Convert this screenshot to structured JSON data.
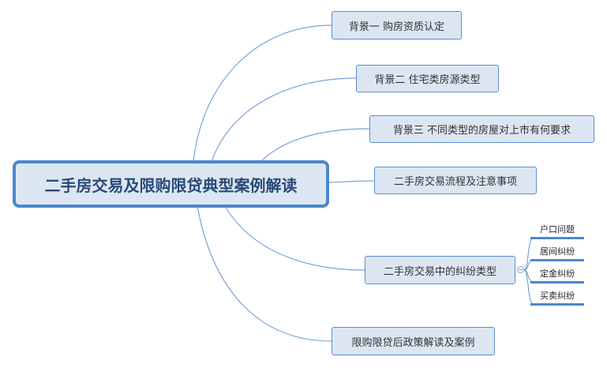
{
  "root": {
    "label": "二手房交易及限购限贷典型案例解读"
  },
  "branches": [
    {
      "label": "背景一 购房资质认定"
    },
    {
      "label": "背景二 住宅类房源类型"
    },
    {
      "label": "背景三 不同类型的房屋对上市有何要求"
    },
    {
      "label": "二手房交易流程及注意事项"
    },
    {
      "label": "二手房交易中的纠纷类型",
      "children": [
        {
          "label": "户口问题"
        },
        {
          "label": "居间纠纷"
        },
        {
          "label": "定金纠纷"
        },
        {
          "label": "买卖纠纷"
        }
      ]
    },
    {
      "label": "限购限贷后政策解读及案例"
    }
  ],
  "colors": {
    "line": "#7ba3d6",
    "border": "#4f86cc",
    "fill": "#dce6f2"
  }
}
